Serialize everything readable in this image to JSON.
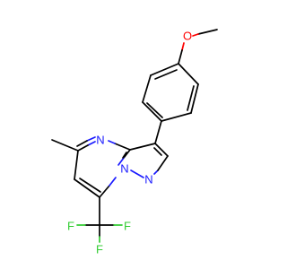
{
  "molecule": {
    "atoms": {
      "oxygen": {
        "symbol": "O",
        "color": "#ff0000"
      },
      "nitrogen_pyrimidine": {
        "symbol": "N",
        "color": "#1a1aff"
      },
      "nitrogen_bridge": {
        "symbol": "N",
        "color": "#1a1aff"
      },
      "nitrogen_pyrazole": {
        "symbol": "N",
        "color": "#1a1aff"
      },
      "fluorine_left": {
        "symbol": "F",
        "color": "#33cc33"
      },
      "fluorine_right": {
        "symbol": "F",
        "color": "#33cc33"
      },
      "fluorine_bottom": {
        "symbol": "F",
        "color": "#33cc33"
      }
    },
    "bond_color": "#000000"
  }
}
